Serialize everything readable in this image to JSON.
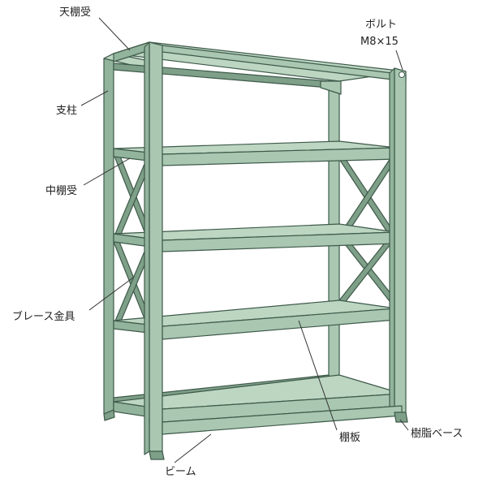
{
  "diagram": {
    "colors": {
      "face": "#a9c7b1",
      "side": "#93b49c",
      "top": "#bcd6c2",
      "dark": "#7e9f88",
      "line": "#3e5a4a"
    },
    "labels": {
      "top_shelf_bracket": "天棚受",
      "bolt_line1": "ボルト",
      "bolt_line2": "M8×15",
      "post": "支柱",
      "mid_shelf_bracket": "中棚受",
      "brace_fitting": "ブレース金具",
      "shelf_board": "棚板",
      "resin_base": "樹脂ベース",
      "beam": "ビーム"
    }
  }
}
